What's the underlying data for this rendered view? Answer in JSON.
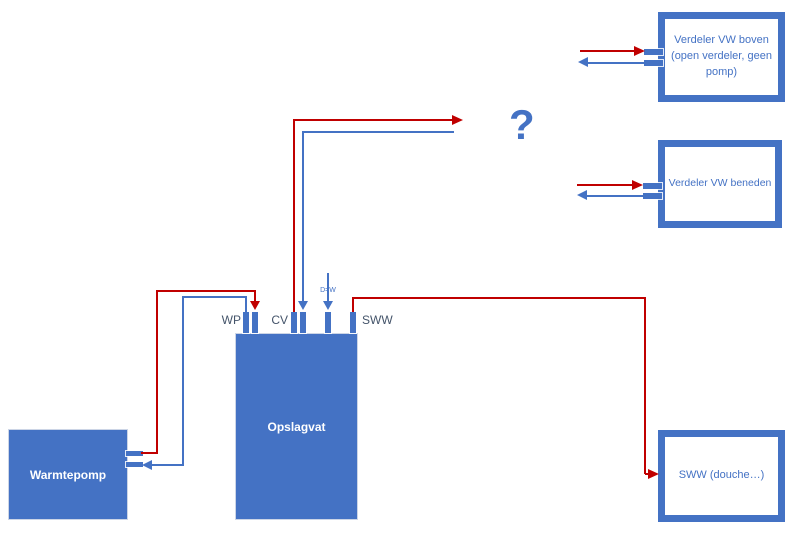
{
  "colors": {
    "blue": "#4472C4",
    "red": "#C00000",
    "label_blue": "#44546A",
    "background": "#FFFFFF"
  },
  "diagram": {
    "question_mark": "?",
    "tank": {
      "label": "Opslagvat"
    },
    "heat_pump": {
      "label": "Warmtepomp"
    },
    "boxes": {
      "verdeler_boven": {
        "label": "Verdeler VW boven (open verdeler, geen pomp)"
      },
      "verdeler_beneden": {
        "label": "Verdeler VW beneden"
      },
      "sww_tap": {
        "label": "SWW (douche…)"
      }
    },
    "port_labels": {
      "wp": "WP",
      "cv": "CV",
      "sww": "SWW",
      "dhw": "D=W"
    }
  }
}
